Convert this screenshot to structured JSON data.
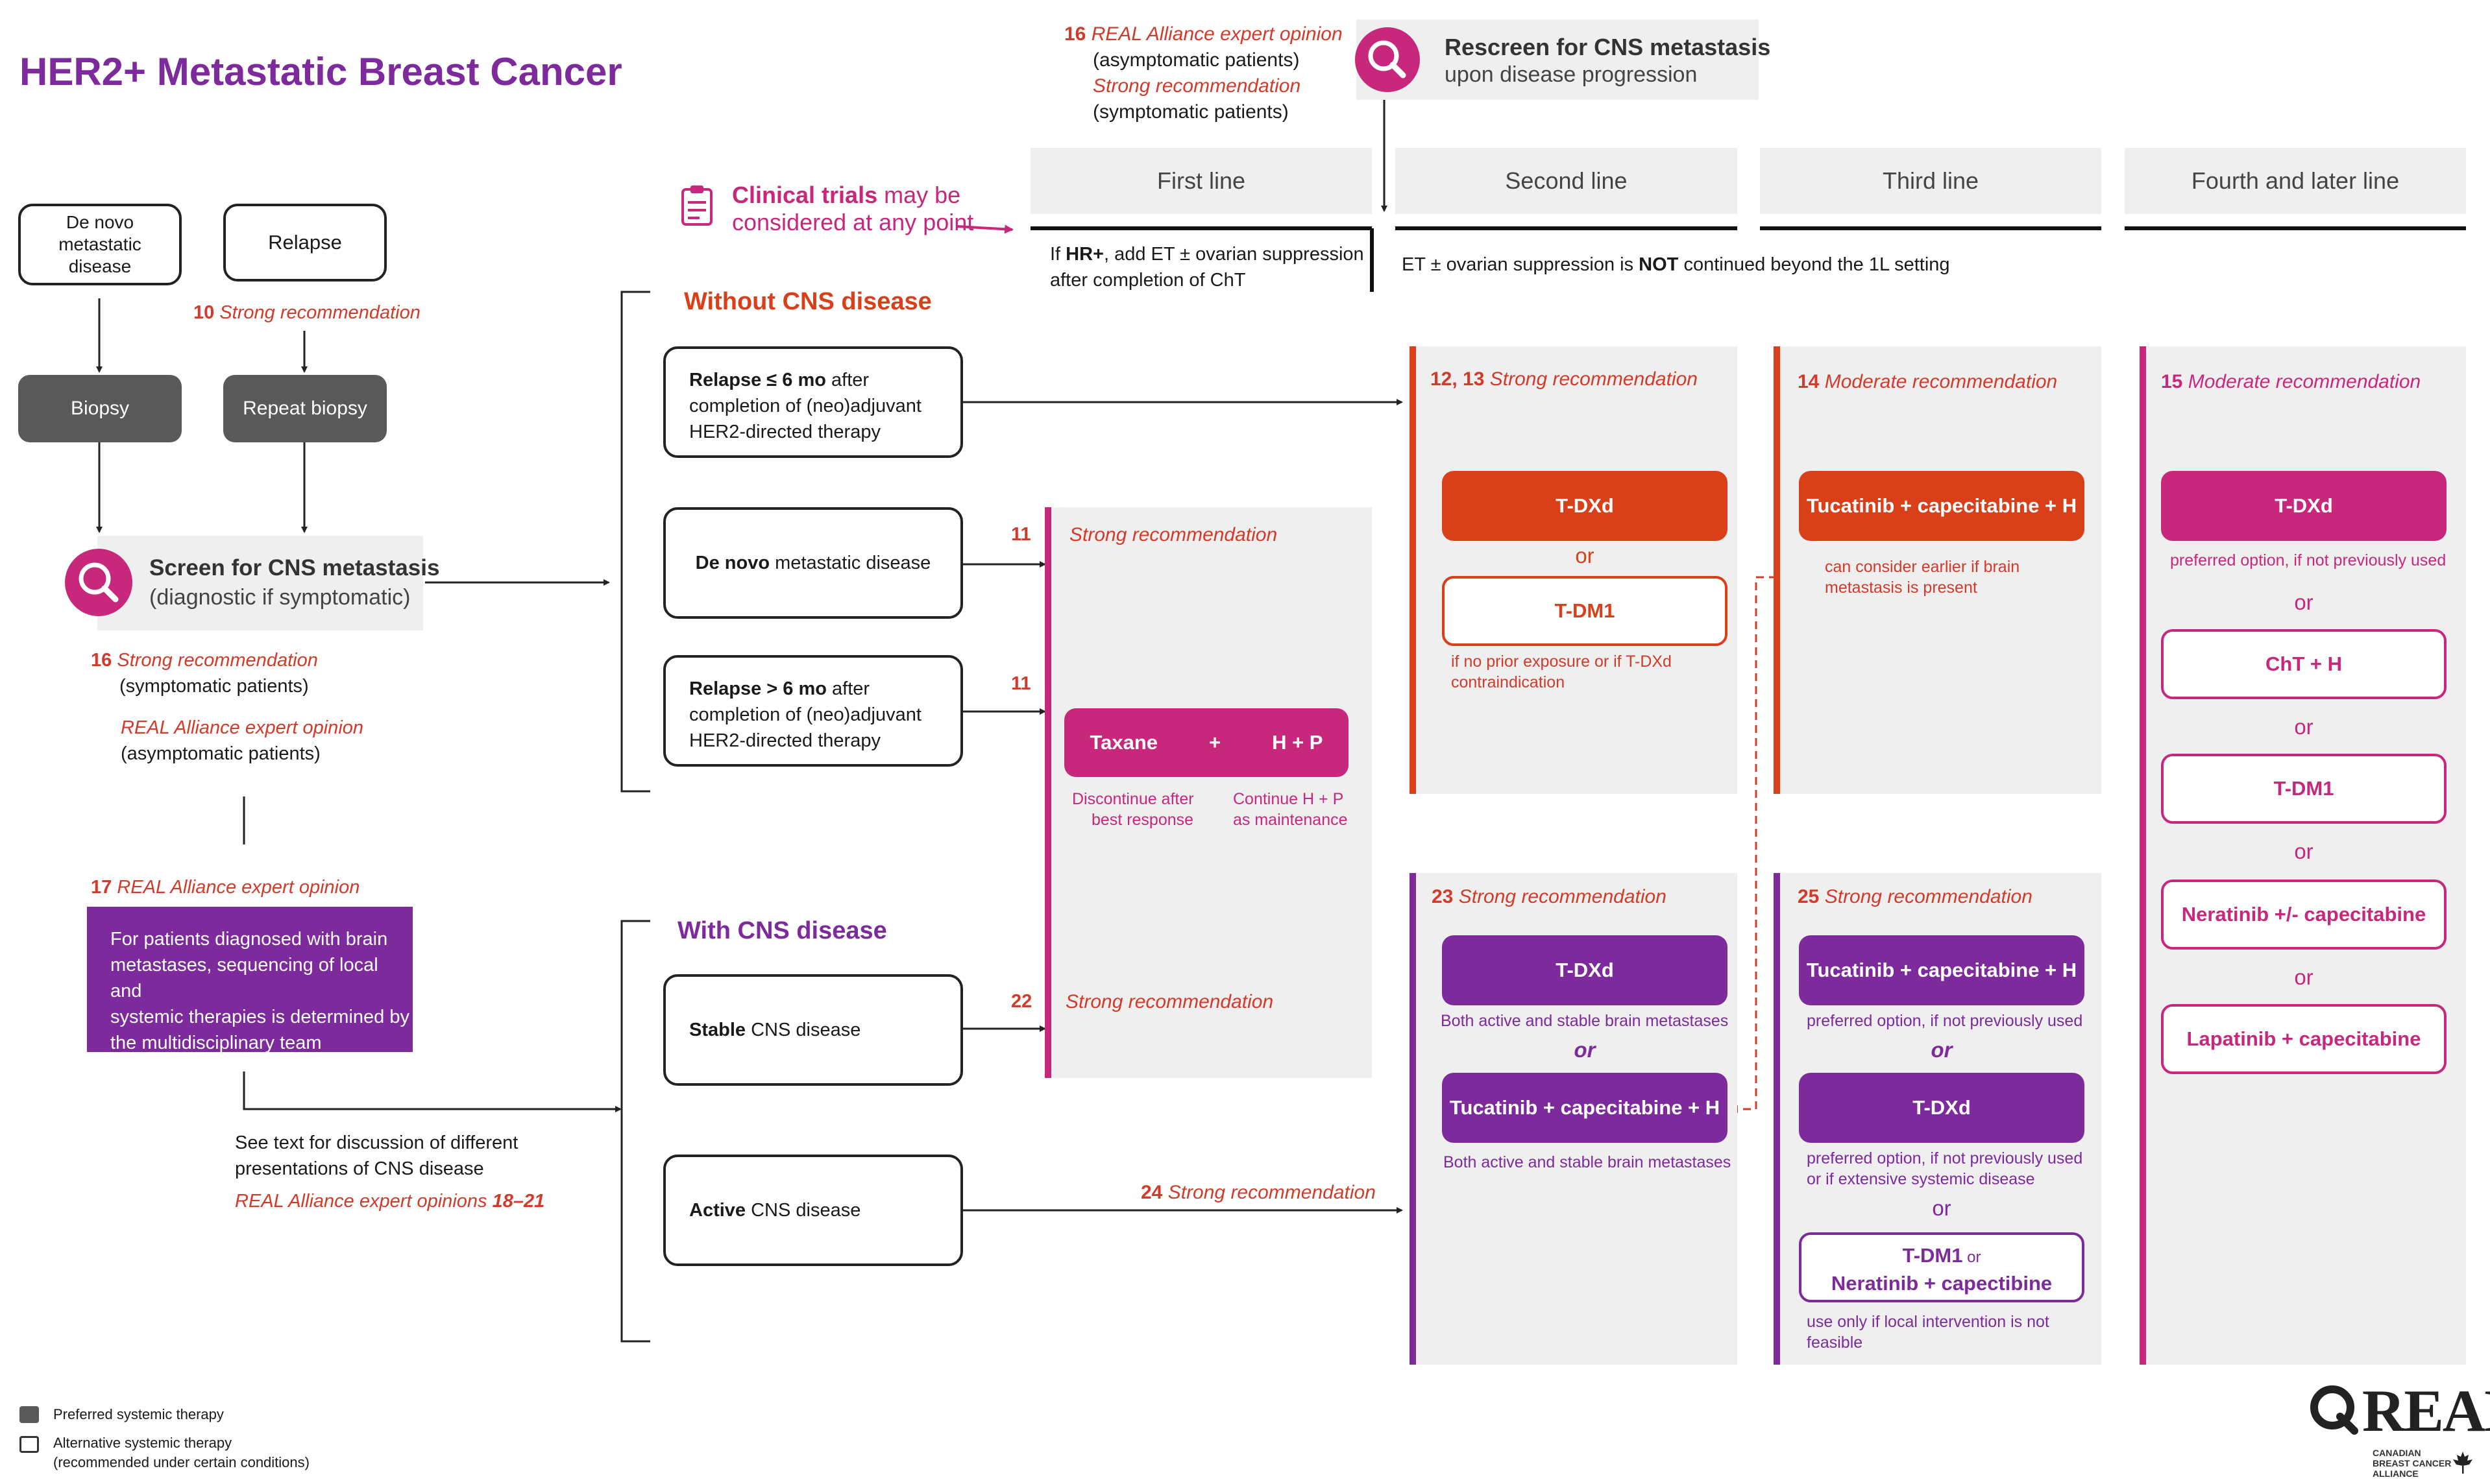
{
  "title": "HER2+ Metastatic Breast Cancer",
  "top_note": {
    "num": "16",
    "op1": "REAL Alliance expert opinion",
    "op1_sub": "(asymptomatic patients)",
    "op2": "Strong recommendation",
    "op2_sub": "(symptomatic patients)"
  },
  "rescreen": {
    "line1": "Rescreen for CNS metastasis",
    "line2": "upon disease progression"
  },
  "clinical_trials": {
    "bold": "Clinical trials",
    "rest1": " may be",
    "line2": "considered at any point"
  },
  "columns": [
    "First line",
    "Second line",
    "Third line",
    "Fourth and later line"
  ],
  "first_line_note": {
    "pre": "If ",
    "bold": "HR+",
    "rest": ", add ET ± ovarian suppression",
    "line2": "after completion of ChT"
  },
  "et_note": {
    "pre": "ET ± ovarian suppression is ",
    "bold": "NOT",
    "rest": " continued beyond the 1L setting"
  },
  "left": {
    "denovo": [
      "De novo",
      "metastatic",
      "disease"
    ],
    "relapse": "Relapse",
    "rec10_num": "10",
    "rec10": "Strong recommendation",
    "biopsy": "Biopsy",
    "repeat_biopsy": "Repeat biopsy",
    "screen_title": "Screen for CNS metastasis",
    "screen_sub": "(diagnostic if symptomatic)",
    "rec16_num": "16",
    "rec16": "Strong recommendation",
    "rec16_sub": "(symptomatic patients)",
    "real_op": "REAL Alliance expert opinion",
    "real_op_sub": "(asymptomatic patients)",
    "rec17_num": "17",
    "rec17": "REAL Alliance expert opinion",
    "purple_box": [
      "For patients diagnosed with brain",
      "metastases, sequencing of local and",
      "systemic therapies is determined by",
      "the multidisciplinary team"
    ],
    "see_text": [
      "See text for discussion of different",
      "presentations of CNS disease"
    ],
    "opinions_pre": "REAL Alliance expert opinions ",
    "opinions_num": "18–21"
  },
  "without_cns": "Without CNS disease",
  "with_cns": "With CNS disease",
  "cases": {
    "relapse_le": {
      "bold": "Relapse ≤ 6 mo",
      "rest": " after",
      "l2": "completion of (neo)adjuvant",
      "l3": "HER2-directed therapy"
    },
    "denovo": {
      "bold": "De novo",
      "rest": " metastatic disease"
    },
    "relapse_gt": {
      "bold": "Relapse > 6 mo",
      "rest": " after",
      "l2": "completion of (neo)adjuvant",
      "l3": "HER2-directed therapy"
    },
    "stable": {
      "bold": "Stable",
      "rest": " CNS disease"
    },
    "active": {
      "bold": "Active",
      "rest": " CNS disease"
    }
  },
  "first_line": {
    "n11a": "11",
    "n11b": "11",
    "rec": "Strong recommendation",
    "taxane": "Taxane",
    "plus": "+",
    "hp": "H + P",
    "disc": [
      "Discontinue after",
      "best response"
    ],
    "cont": [
      "Continue H + P",
      "as maintenance"
    ],
    "n22": "22",
    "rec22": "Strong recommendation",
    "n24": "24",
    "rec24": "Strong recommendation"
  },
  "second_line": {
    "top_num": "12, 13",
    "top_rec": "Strong recommendation",
    "tdxd": "T-DXd",
    "or": "or",
    "tdm1": "T-DM1",
    "tdm1_note": [
      "if no prior exposure or if T-DXd",
      "contraindication"
    ],
    "bot_num": "23",
    "bot_rec": "Strong recommendation",
    "cns_tdxd": "T-DXd",
    "cns_tdxd_note": "Both active and stable brain metastases",
    "cns_or": "or",
    "cns_tuc": "Tucatinib + capecitabine + H",
    "cns_tuc_note": "Both active and stable brain metastases"
  },
  "third_line": {
    "top_num": "14",
    "top_rec": "Moderate recommendation",
    "tuc": "Tucatinib + capecitabine + H",
    "tuc_note": [
      "can consider earlier if brain",
      "metastasis is present"
    ],
    "bot_num": "25",
    "bot_rec": "Strong recommendation",
    "cns_tuc": "Tucatinib + capecitabine + H",
    "cns_tuc_note": "preferred option, if not previously used",
    "or1": "or",
    "cns_tdxd": "T-DXd",
    "cns_tdxd_note": [
      "preferred option, if not previously used",
      "or if extensive systemic disease"
    ],
    "or2": "or",
    "tdm1": "T-DM1",
    "tdm1_or": " or",
    "nera": "Neratinib + capectibine",
    "last_note": [
      "use only if local intervention is not",
      "feasible"
    ]
  },
  "fourth_line": {
    "num": "15",
    "rec": "Moderate recommendation",
    "tdxd": "T-DXd",
    "tdxd_note": "preferred option, if not previously used",
    "or": "or",
    "cht": "ChT + H",
    "tdm1": "T-DM1",
    "nera": "Neratinib +/- capecitabine",
    "lapa": "Lapatinib + capecitabine"
  },
  "legend": {
    "preferred": "Preferred systemic therapy",
    "alternative": "Alternative systemic therapy",
    "alternative_sub": "(recommended under certain conditions)"
  },
  "logo": {
    "name": "REAL",
    "sub": [
      "CANADIAN",
      "BREAST CANCER",
      "ALLIANCE"
    ]
  },
  "colors": {
    "red": "#d23a2a",
    "orange_red": "#d9401a",
    "magenta": "#c8287c",
    "purple": "#7d2a9c",
    "gray": "#595959",
    "panel": "#efefef"
  }
}
